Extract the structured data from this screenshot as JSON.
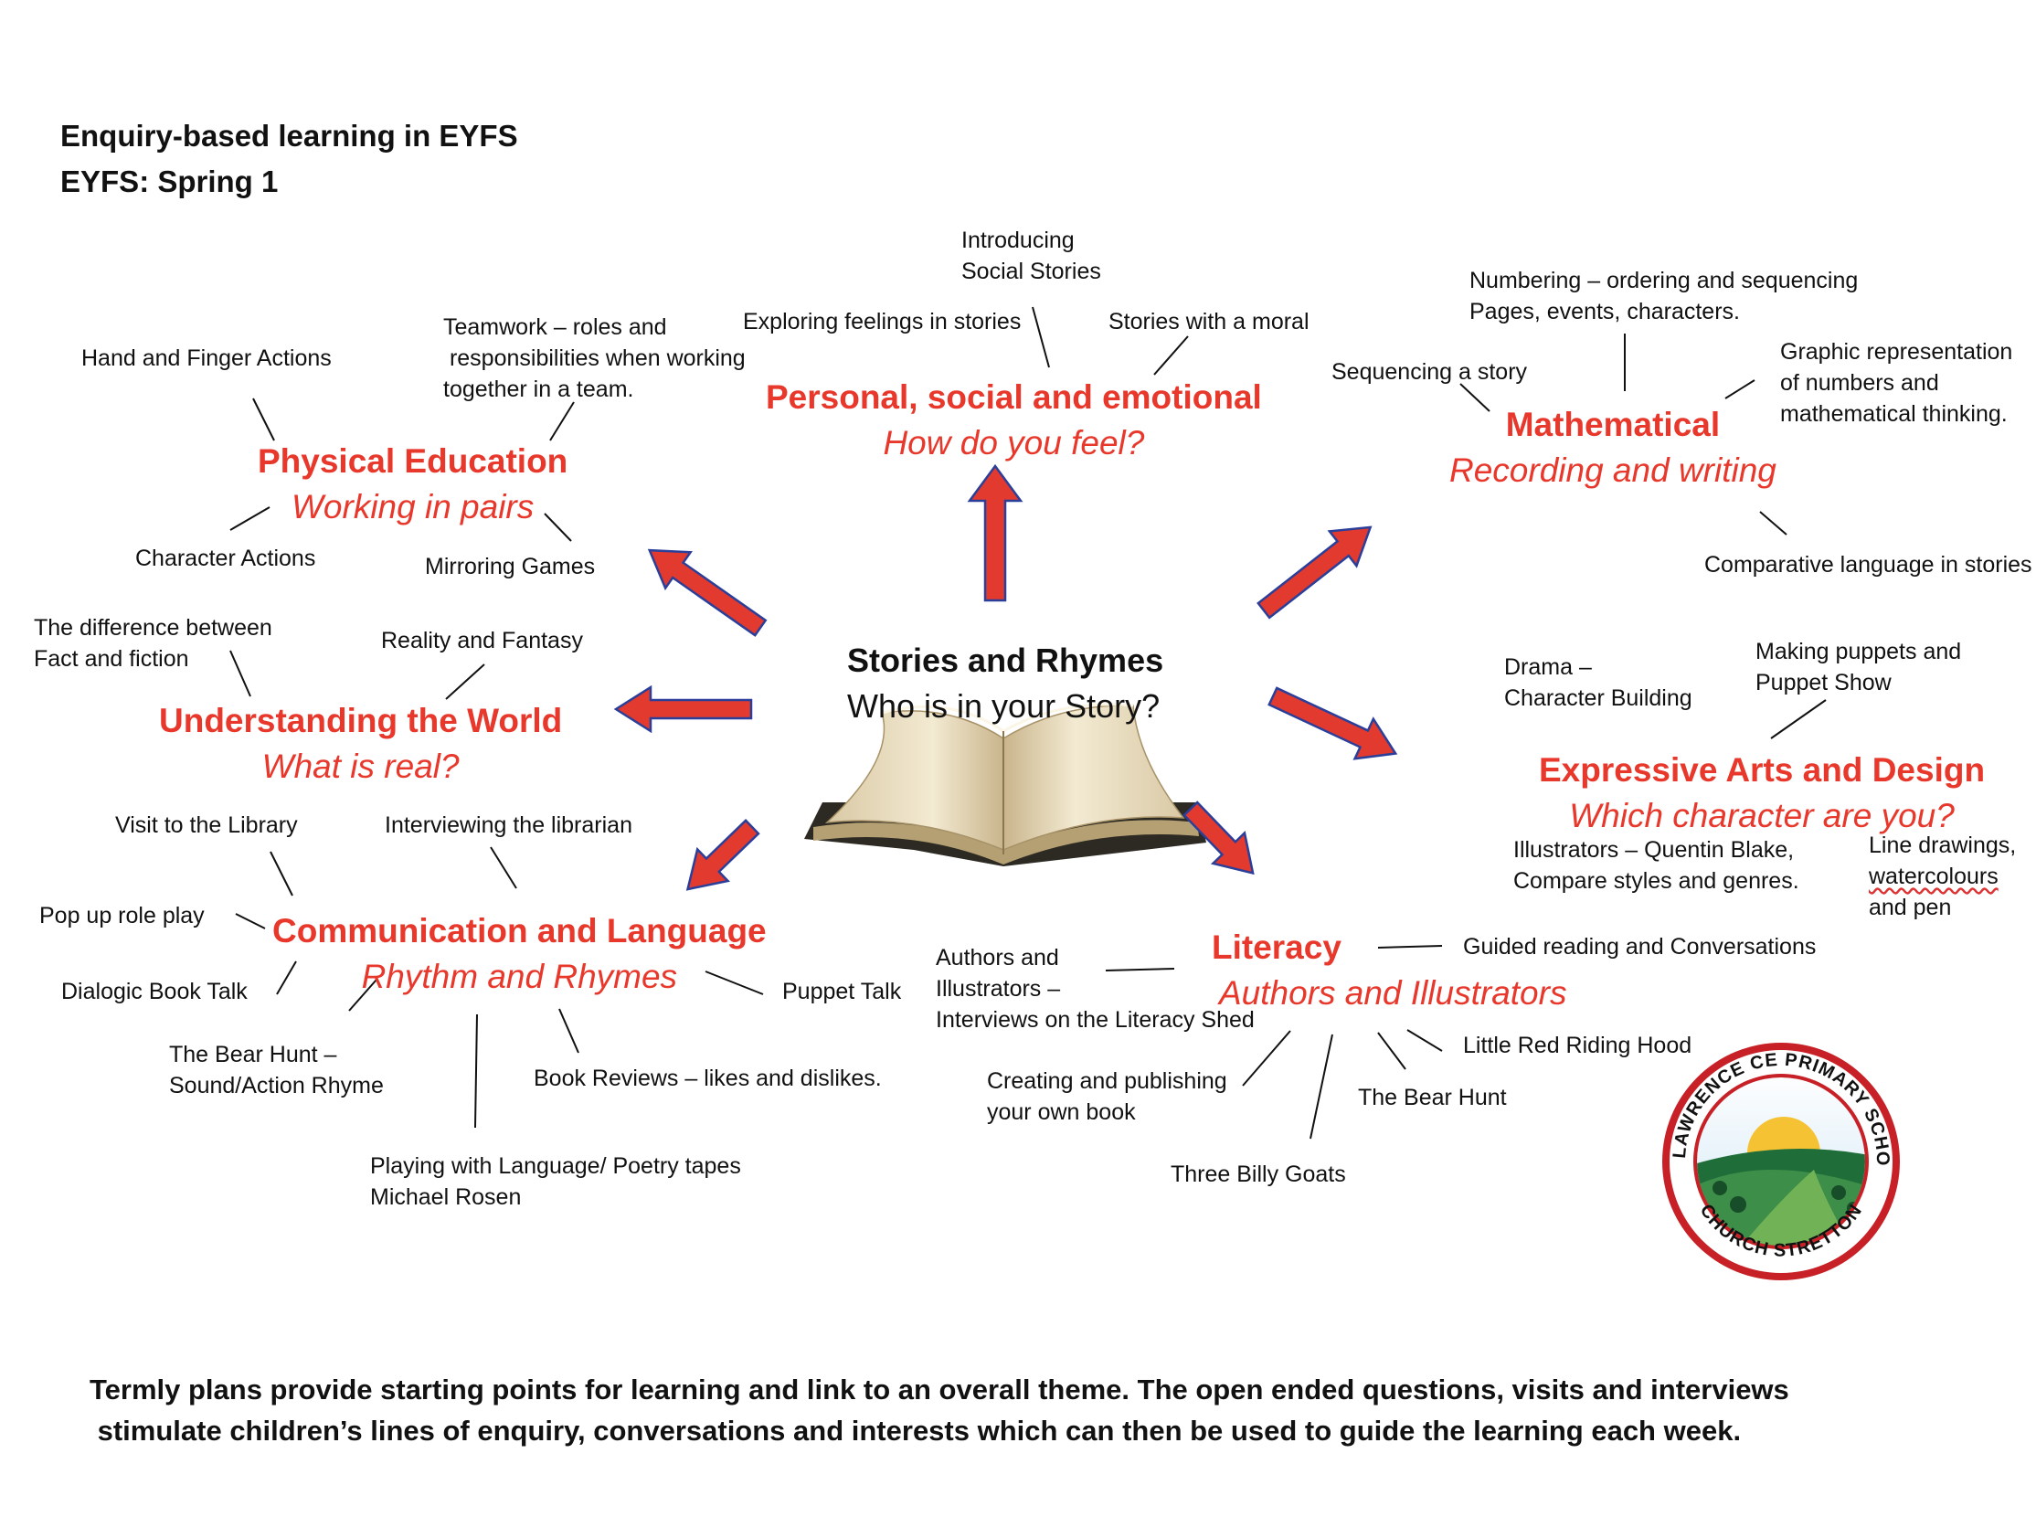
{
  "header": {
    "line1": "Enquiry-based learning in EYFS",
    "line2": "EYFS: Spring 1"
  },
  "center": {
    "title": "Stories and Rhymes",
    "question": "Who is in your Story?"
  },
  "areas": {
    "pse": {
      "title": "Personal, social and emotional",
      "question": "How do you feel?"
    },
    "math": {
      "title": "Mathematical",
      "question": "Recording and writing"
    },
    "pe": {
      "title": "Physical Education",
      "question": "Working in pairs"
    },
    "utw": {
      "title": "Understanding the World",
      "question": "What is real?"
    },
    "ead": {
      "title": "Expressive Arts and Design",
      "question": "Which character are you?"
    },
    "cl": {
      "title": "Communication and Language",
      "question": "Rhythm and Rhymes"
    },
    "lit": {
      "title": "Literacy",
      "question": "Authors and Illustrators"
    }
  },
  "notes": {
    "introducing": "Introducing\nSocial Stories",
    "exploring_feelings": "Exploring feelings in stories",
    "stories_moral": "Stories with a moral",
    "teamwork": "Teamwork – roles and\n responsibilities when working\ntogether in a team.",
    "hand_finger": "Hand and Finger Actions",
    "character_actions": "Character Actions",
    "mirroring": "Mirroring Games",
    "numbering": "Numbering – ordering and sequencing\nPages, events, characters.",
    "sequencing": "Sequencing a story",
    "graphic_rep": "Graphic representation\nof numbers and\nmathematical thinking.",
    "comparative": "Comparative language in stories",
    "fact_fiction": "The difference between\nFact and fiction",
    "reality_fantasy": "Reality and Fantasy",
    "drama": "Drama –\nCharacter Building",
    "puppets": "Making puppets and\nPuppet Show",
    "illustrators_qb": "Illustrators – Quentin Blake,\nCompare styles and genres.",
    "line_drawings_1": "Line drawings,",
    "line_drawings_2": "watercolours",
    "line_drawings_3": "and pen",
    "visit_library": "Visit to the Library",
    "interview_librarian": "Interviewing the librarian",
    "pop_up": "Pop up role play",
    "dialogic": "Dialogic Book Talk",
    "puppet_talk": "Puppet Talk",
    "bear_hunt_rhyme": "The Bear Hunt –\nSound/Action Rhyme",
    "book_reviews": "Book Reviews – likes and dislikes.",
    "playing_language": "Playing with Language/ Poetry tapes\nMichael Rosen",
    "authors_illustrators": "Authors and\nIllustrators –\nInterviews on the Literacy Shed",
    "guided_reading": "Guided reading and Conversations",
    "little_red": "Little Red Riding Hood",
    "creating_book": "Creating and publishing\nyour own book",
    "bear_hunt": "The Bear Hunt",
    "billy_goats": "Three Billy Goats"
  },
  "logo": {
    "school": "ST. LAWRENCE CE PRIMARY SCHOOL",
    "town": "CHURCH STRETTON"
  },
  "footer": "Termly plans provide starting points for learning and link to an overall theme. The open ended questions, visits and interviews\n stimulate children’s lines of enquiry, conversations and interests which can then be used to guide the learning each week.",
  "colors": {
    "accent": "#e8372b",
    "arrow_fill": "#e23a2e",
    "arrow_stroke": "#2a3f9a"
  }
}
